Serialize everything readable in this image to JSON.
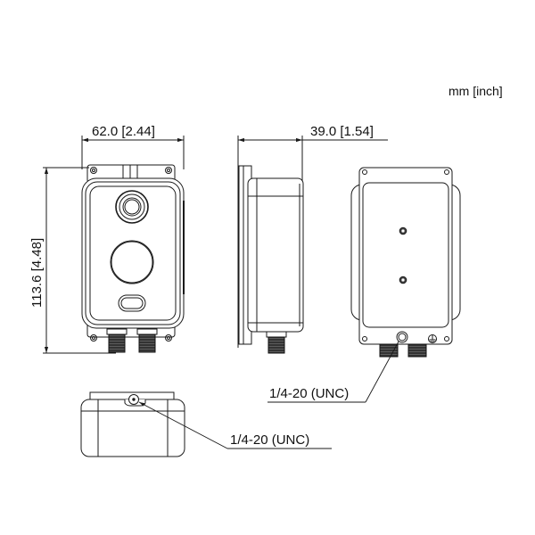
{
  "units_label": "mm [inch]",
  "dimensions": {
    "width": "62.0 [2.44]",
    "height": "113.6 [4.48]",
    "depth": "39.0 [1.54]"
  },
  "callouts": {
    "back_mount_thread": "1/4-20 (UNC)",
    "bottom_mount_thread": "1/4-20 (UNC)"
  },
  "views": {
    "front": "front-view",
    "side": "side-view",
    "back": "back-view",
    "bottom": "bottom-view"
  },
  "colors": {
    "line": "#1a1a1a",
    "background": "#ffffff"
  }
}
